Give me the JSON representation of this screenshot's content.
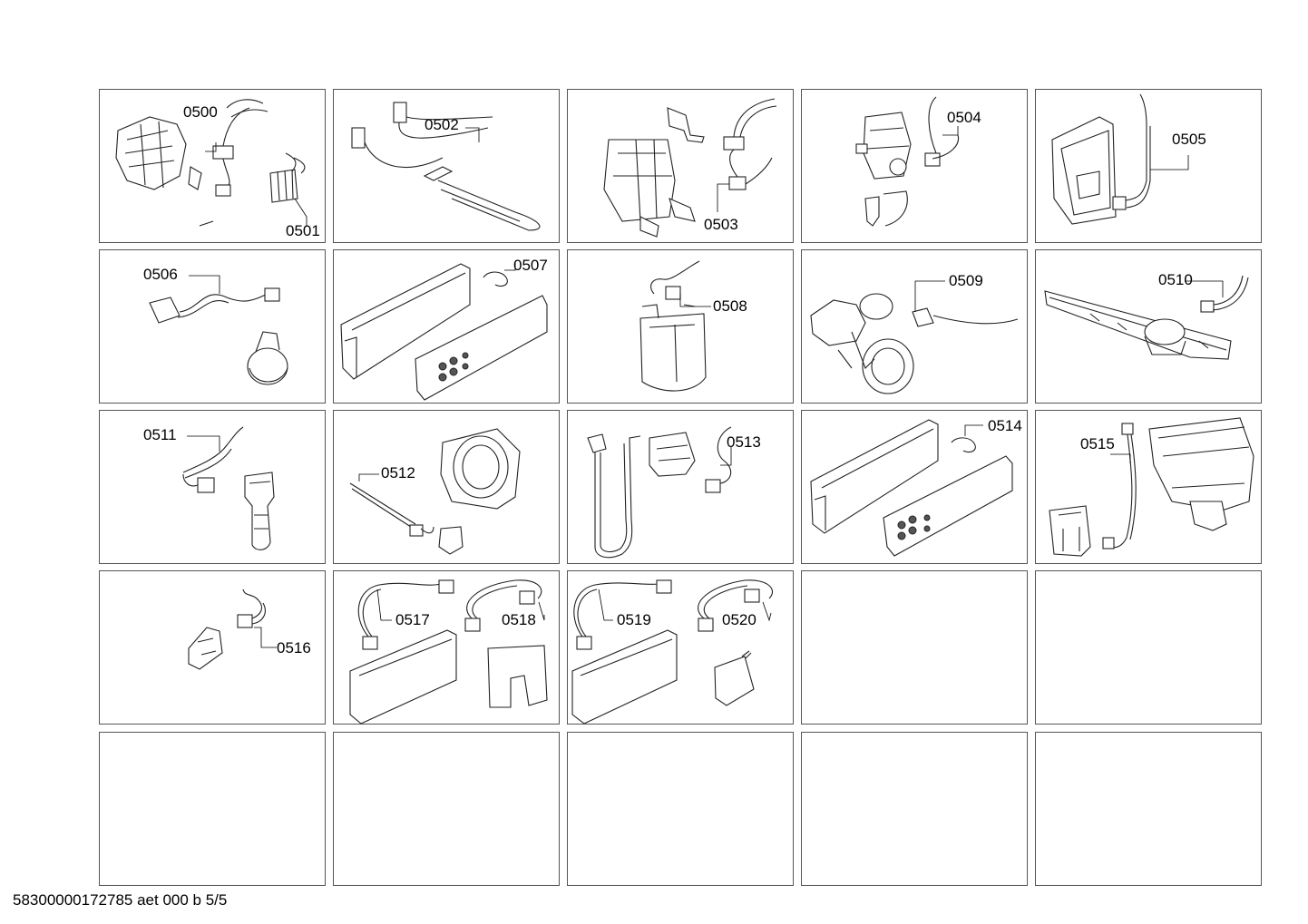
{
  "parts": [
    {
      "id": "p0500",
      "label": "0500"
    },
    {
      "id": "p0501",
      "label": "0501"
    },
    {
      "id": "p0502",
      "label": "0502"
    },
    {
      "id": "p0503",
      "label": "0503"
    },
    {
      "id": "p0504",
      "label": "0504"
    },
    {
      "id": "p0505",
      "label": "0505"
    },
    {
      "id": "p0506",
      "label": "0506"
    },
    {
      "id": "p0507",
      "label": "0507"
    },
    {
      "id": "p0508",
      "label": "0508"
    },
    {
      "id": "p0509",
      "label": "0509"
    },
    {
      "id": "p0510",
      "label": "0510"
    },
    {
      "id": "p0511",
      "label": "0511"
    },
    {
      "id": "p0512",
      "label": "0512"
    },
    {
      "id": "p0513",
      "label": "0513"
    },
    {
      "id": "p0514",
      "label": "0514"
    },
    {
      "id": "p0515",
      "label": "0515"
    },
    {
      "id": "p0516",
      "label": "0516"
    },
    {
      "id": "p0517",
      "label": "0517"
    },
    {
      "id": "p0518",
      "label": "0518"
    },
    {
      "id": "p0519",
      "label": "0519"
    },
    {
      "id": "p0520",
      "label": "0520"
    }
  ],
  "footer": {
    "document_id": "58300000172785 aet 000 b 5/5"
  }
}
